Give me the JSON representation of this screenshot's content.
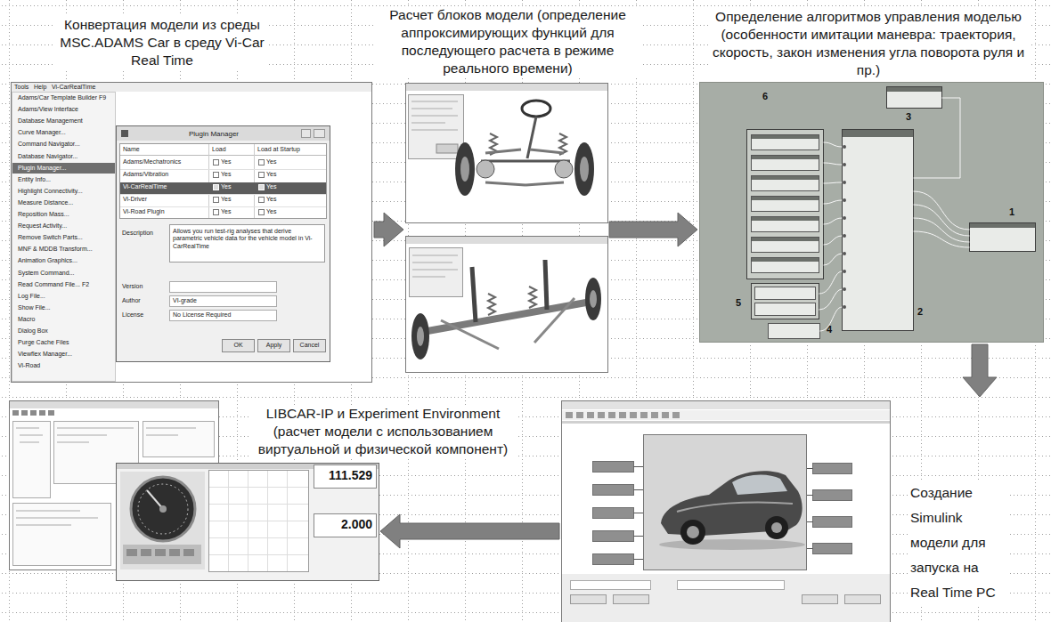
{
  "diagram": {
    "nodes": [
      {
        "text": [
          "Конвертация модели из среды MSC.ADAMS Car в среду Vi-Car Real Time"
        ]
      },
      {
        "text": [
          "Расчет блоков модели (определение аппроксимирующих функций для последующего расчета в режиме реального времени)"
        ]
      },
      {
        "text": [
          "Определение алгоритмов управления моделью (особенности имитации маневра: траектория, скорость, закон изменения угла поворота руля и пр.)"
        ]
      },
      {
        "text": [
          "Создание Simulink модели для запуска на Real Time PC"
        ]
      },
      {
        "text": [
          "LIBCAR-IP и Experiment Environment (расчет модели с использованием виртуальной и физической компонент)"
        ]
      }
    ],
    "edges": [
      {
        "from": 0,
        "to": 1,
        "arrow": "to"
      },
      {
        "from": 1,
        "to": 2,
        "arrow": "to"
      },
      {
        "from": 2,
        "to": 3,
        "arrow": "to"
      },
      {
        "from": 3,
        "to": 4,
        "arrow": "to"
      }
    ],
    "labels": [
      "Tools",
      "Help",
      "Vi-CarRealTime",
      "Adams/Car Template Builder F9",
      "Adams/View Interface",
      "Database Management",
      "Curve Manager...",
      "Command Navigator...",
      "Database Navigator...",
      "Plugin Manager...",
      "Entity Info...",
      "Highlight Connectivity...",
      "Measure Distance...",
      "Reposition Mass...",
      "Request Activity...",
      "Remove Switch Parts...",
      "MNF & MDDB Transform...",
      "Animation Graphics...",
      "System Command...",
      "Read Command File... F2",
      "Log File...",
      "Show File...",
      "Macro",
      "Dialog Box",
      "Purge Cache Files",
      "Viewflex Manager...",
      "Vi-Road",
      "Plugin Manager",
      "Name",
      "Load",
      "Load at Startup",
      "Adams/Mechatronics",
      "Yes",
      "Yes",
      "Adams/Vibration",
      "Yes",
      "Yes",
      "Vi-CarRealTime",
      "Yes",
      "Yes",
      "Vi-Driver",
      "Yes",
      "Yes",
      "Vi-Road Plugin",
      "Yes",
      "Yes",
      "Description",
      "Allows you run test-rig analyses that derive parametric vehicle data for the vehicle model in Vi-CarRealTime",
      "Version",
      "Author",
      "VI-grade",
      "License",
      "No License Required",
      "OK",
      "Apply",
      "Cancel",
      "6",
      "3",
      "1",
      "2",
      "5",
      "4",
      "111.529",
      "2.000"
    ]
  }
}
